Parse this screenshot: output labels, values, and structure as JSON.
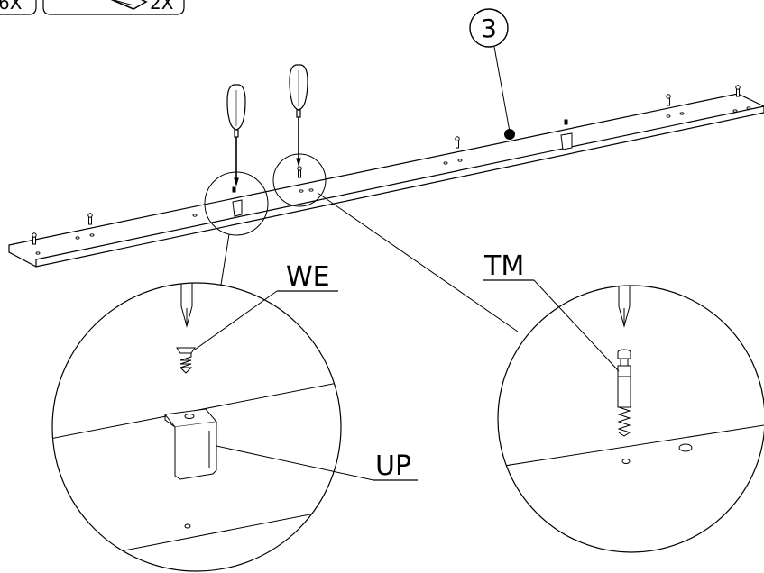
{
  "header": {
    "left_badge_text": "6X",
    "right_badge_text": "2X"
  },
  "step": {
    "number": "3"
  },
  "callouts": {
    "we": "WE",
    "up": "UP",
    "tm": "TM"
  },
  "colors": {
    "ink": "#000000",
    "paper": "#ffffff"
  }
}
